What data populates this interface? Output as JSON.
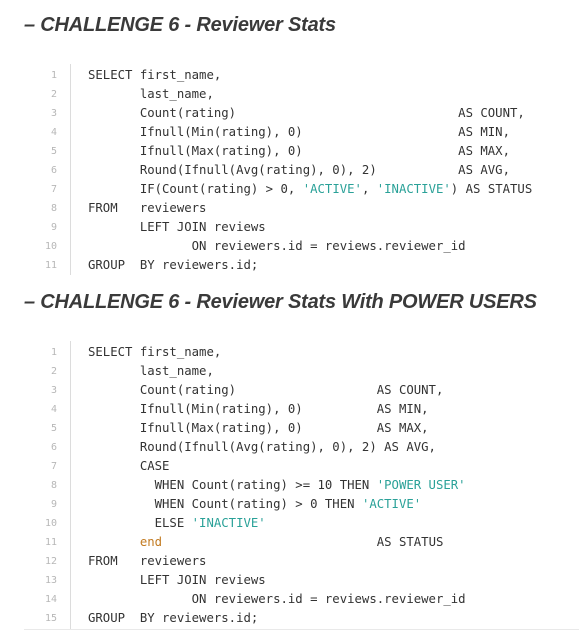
{
  "sections": [
    {
      "title": "– CHALLENGE 6 - Reviewer Stats",
      "lines": [
        {
          "num": "1",
          "parts": [
            {
              "t": "SELECT first_name,"
            }
          ]
        },
        {
          "num": "2",
          "parts": [
            {
              "t": "       last_name,"
            }
          ]
        },
        {
          "num": "3",
          "parts": [
            {
              "t": "       Count(rating)                              AS COUNT,"
            }
          ]
        },
        {
          "num": "4",
          "parts": [
            {
              "t": "       Ifnull(Min(rating), 0)                     AS MIN,"
            }
          ]
        },
        {
          "num": "5",
          "parts": [
            {
              "t": "       Ifnull(Max(rating), 0)                     AS MAX,"
            }
          ]
        },
        {
          "num": "6",
          "parts": [
            {
              "t": "       Round(Ifnull(Avg(rating), 0), 2)           AS AVG,"
            }
          ]
        },
        {
          "num": "7",
          "parts": [
            {
              "t": "       IF(Count(rating) > 0, "
            },
            {
              "t": "'ACTIVE'",
              "c": "str"
            },
            {
              "t": ", "
            },
            {
              "t": "'INACTIVE'",
              "c": "str"
            },
            {
              "t": ") AS STATUS"
            }
          ]
        },
        {
          "num": "8",
          "parts": [
            {
              "t": "FROM   reviewers"
            }
          ]
        },
        {
          "num": "9",
          "parts": [
            {
              "t": "       LEFT JOIN reviews"
            }
          ]
        },
        {
          "num": "10",
          "parts": [
            {
              "t": "              ON reviewers.id = reviews.reviewer_id"
            }
          ]
        },
        {
          "num": "11",
          "parts": [
            {
              "t": "GROUP  BY reviewers.id;"
            }
          ]
        }
      ]
    },
    {
      "title": "– CHALLENGE 6 - Reviewer Stats With POWER USERS",
      "lines": [
        {
          "num": "1",
          "parts": [
            {
              "t": "SELECT first_name,"
            }
          ]
        },
        {
          "num": "2",
          "parts": [
            {
              "t": "       last_name,"
            }
          ]
        },
        {
          "num": "3",
          "parts": [
            {
              "t": "       Count(rating)                   AS COUNT,"
            }
          ]
        },
        {
          "num": "4",
          "parts": [
            {
              "t": "       Ifnull(Min(rating), 0)          AS MIN,"
            }
          ]
        },
        {
          "num": "5",
          "parts": [
            {
              "t": "       Ifnull(Max(rating), 0)          AS MAX,"
            }
          ]
        },
        {
          "num": "6",
          "parts": [
            {
              "t": "       Round(Ifnull(Avg(rating), 0), 2) AS AVG,"
            }
          ]
        },
        {
          "num": "7",
          "parts": [
            {
              "t": "       CASE"
            }
          ]
        },
        {
          "num": "8",
          "parts": [
            {
              "t": "         WHEN Count(rating) >= 10 THEN "
            },
            {
              "t": "'POWER USER'",
              "c": "str"
            }
          ]
        },
        {
          "num": "9",
          "parts": [
            {
              "t": "         WHEN Count(rating) > 0 THEN "
            },
            {
              "t": "'ACTIVE'",
              "c": "str"
            }
          ]
        },
        {
          "num": "10",
          "parts": [
            {
              "t": "         ELSE "
            },
            {
              "t": "'INACTIVE'",
              "c": "str"
            }
          ]
        },
        {
          "num": "11",
          "parts": [
            {
              "t": "       "
            },
            {
              "t": "end",
              "c": "kw-end"
            },
            {
              "t": "                             AS STATUS"
            }
          ]
        },
        {
          "num": "12",
          "parts": [
            {
              "t": "FROM   reviewers"
            }
          ]
        },
        {
          "num": "13",
          "parts": [
            {
              "t": "       LEFT JOIN reviews"
            }
          ]
        },
        {
          "num": "14",
          "parts": [
            {
              "t": "              ON reviewers.id = reviews.reviewer_id"
            }
          ]
        },
        {
          "num": "15",
          "parts": [
            {
              "t": "GROUP  BY reviewers.id;"
            }
          ]
        }
      ]
    }
  ]
}
